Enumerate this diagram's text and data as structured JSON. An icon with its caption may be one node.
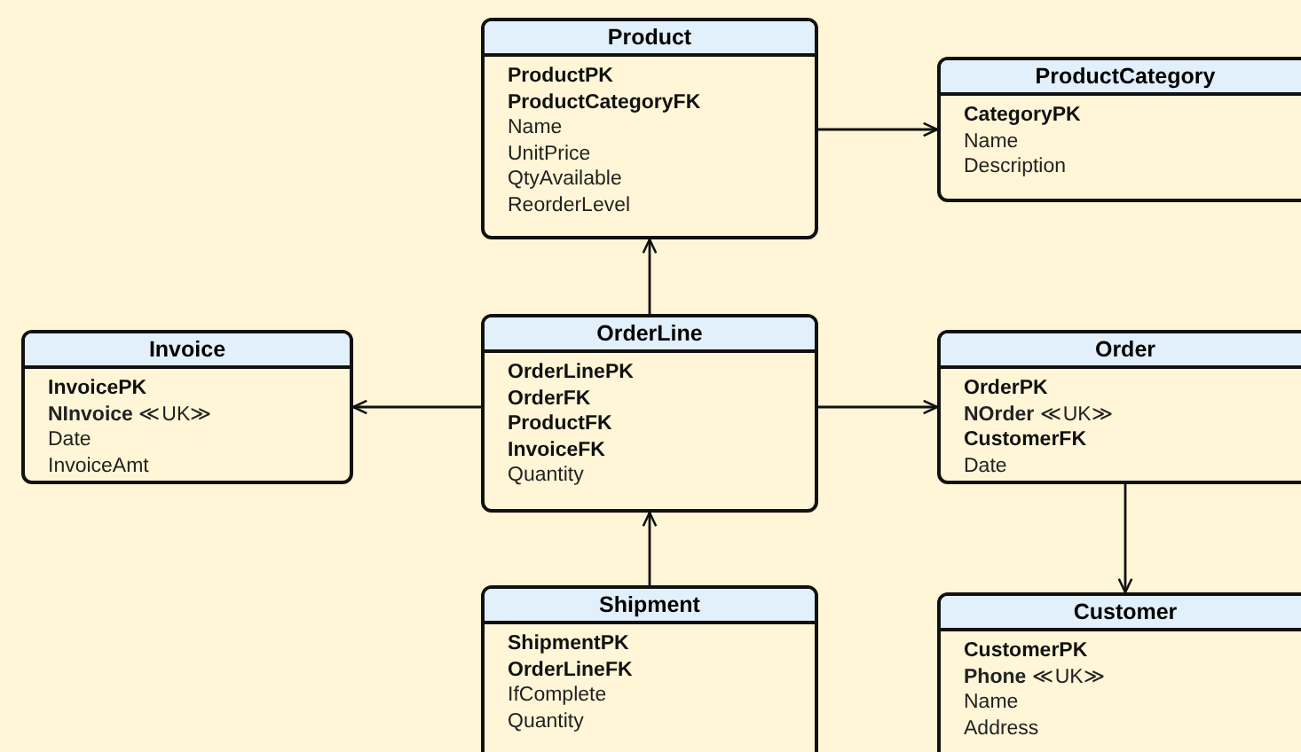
{
  "diagram": {
    "nodes": [
      {
        "text": [
          "Product",
          "ProductPK",
          "ProductCategoryFK",
          "Name",
          "UnitPrice",
          "QtyAvailable",
          "ReorderLevel"
        ]
      },
      {
        "text": [
          "ProductCategory",
          "CategoryPK",
          "Name",
          "Description"
        ]
      },
      {
        "text": [
          "Invoice",
          "InvoicePK",
          "**NInvoice** ≪UK≫",
          "Date",
          "InvoiceAmt"
        ]
      },
      {
        "text": [
          "OrderLine",
          "OrderLinePK",
          "OrderFK",
          "ProductFK",
          "InvoiceFK",
          "Quantity"
        ]
      },
      {
        "text": [
          "Order",
          "OrderPK",
          "**NOrder** ≪UK≫",
          "CustomerFK",
          "Date"
        ]
      },
      {
        "text": [
          "Shipment",
          "ShipmentPK",
          "OrderLineFK",
          "IfComplete",
          "Quantity"
        ]
      },
      {
        "text": [
          "Customer",
          "CustomerPK",
          "**Phone** ≪UK≫",
          "Name",
          "Address"
        ]
      }
    ],
    "edges": [
      {
        "from": 3,
        "to": 0,
        "arrow": "to"
      },
      {
        "from": 0,
        "to": 1,
        "arrow": "to"
      },
      {
        "from": 3,
        "to": 2,
        "arrow": "to"
      },
      {
        "from": 3,
        "to": 4,
        "arrow": "to"
      },
      {
        "from": 5,
        "to": 3,
        "arrow": "to"
      },
      {
        "from": 4,
        "to": 6,
        "arrow": "to"
      }
    ]
  }
}
